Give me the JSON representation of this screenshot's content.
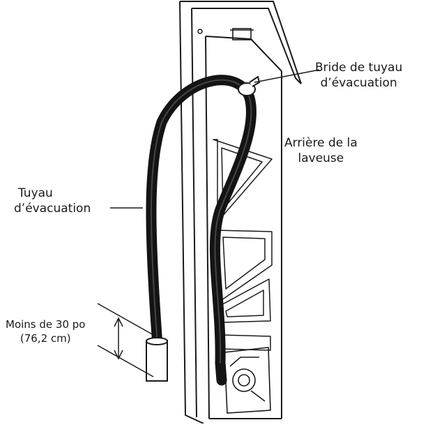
{
  "labels": {
    "hose_clamp": {
      "line1": "Bride de tuyau",
      "line2": "d’évacuation"
    },
    "washer_back": {
      "line1": "Arrière de la",
      "line2": "laveuse"
    },
    "drain_hose": {
      "line1": "Tuyau",
      "line2": "d’évacuation"
    },
    "height_limit": {
      "line1": "Moins de 30 po",
      "line2": "(76,2 cm)"
    }
  },
  "colors": {
    "ink": "#1a1a1a",
    "hose": "#141414",
    "paper": "#ffffff"
  }
}
